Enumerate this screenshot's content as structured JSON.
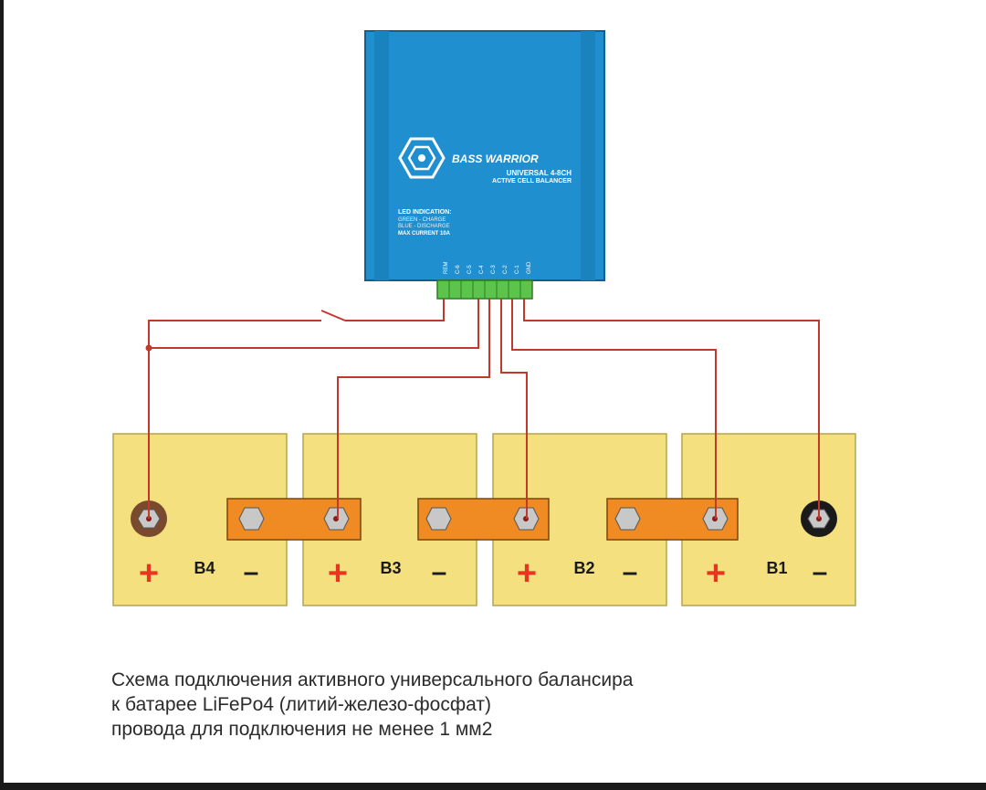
{
  "balancer": {
    "brand": "BASS WARRIOR",
    "model_line1": "UNIVERSAL  4-8CH",
    "model_line2": "ACTIVE CELL BALANCER",
    "led_title": "LED INDICATION:",
    "led_green": "GREEN - CHARGE",
    "led_blue": "BLUE - DISCHARGE",
    "max_current": "MAX CURRENT 10A",
    "pins": [
      "REM",
      "C-6",
      "C-5",
      "C-4",
      "C-3",
      "C-2",
      "C-1",
      "GND"
    ],
    "body_color": "#1f8fcf",
    "connector_color": "#5cc44a"
  },
  "batteries": [
    {
      "label": "B4",
      "plus": "+",
      "minus": "–"
    },
    {
      "label": "B3",
      "plus": "+",
      "minus": "–"
    },
    {
      "label": "B2",
      "plus": "+",
      "minus": "–"
    },
    {
      "label": "B1",
      "plus": "+",
      "minus": "–"
    }
  ],
  "colors": {
    "battery": "#f4e07e",
    "busbar": "#f08a22",
    "wire": "#c0392b",
    "plus_sign": "#e8351f"
  },
  "caption": {
    "line1": "Схема подключения активного универсального балансира",
    "line2": "к батарее LiFePo4 (литий-железо-фосфат)",
    "line3": "провода для подключения не менее 1 мм2"
  }
}
